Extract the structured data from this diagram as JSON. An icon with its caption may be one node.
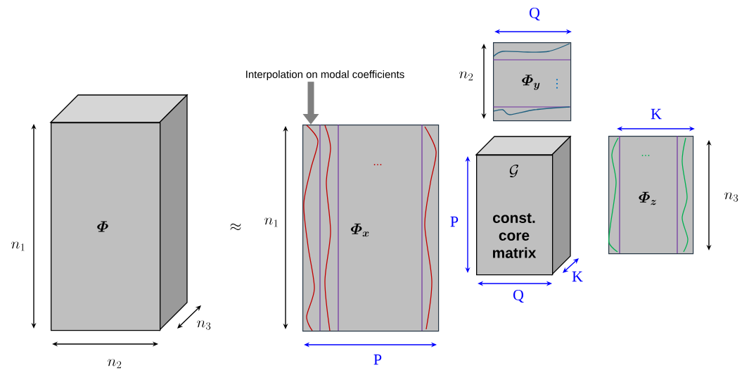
{
  "diagram": {
    "nodes": [
      {
        "text": [
          "\\boldsymbol{\\varPhi}"
        ]
      },
      {
        "text": [
          "Interpolation on modal coefficients"
        ]
      },
      {
        "text": [
          "...",
          "\\boldsymbol{\\varPhi_x}"
        ]
      },
      {
        "text": [
          "\\boldsymbol{\\varPhi_y}",
          "⋮"
        ]
      },
      {
        "text": [
          "\\mathcal{G}",
          "const. core matrix"
        ]
      },
      {
        "text": [
          "...",
          "\\boldsymbol{\\varPhi_z}"
        ]
      }
    ],
    "edges": [
      {
        "from": 1,
        "to": 2,
        "arrow": "to",
        "color": "#7f7f7f"
      }
    ],
    "labels": [
      "Q",
      "n_2",
      "K",
      "n_1",
      "\\approx",
      "n_1",
      "P",
      "n_3",
      "n_3",
      "Q",
      "K",
      "n_2",
      "P"
    ]
  }
}
